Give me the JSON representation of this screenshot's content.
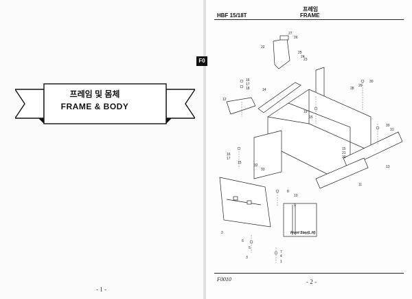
{
  "left_page": {
    "banner": {
      "title_kr": "프레임 및 몸체",
      "title_en": "FRAME & BODY"
    },
    "page_number": "- 1 -"
  },
  "right_page": {
    "header": {
      "model": "HBF 15/18T",
      "title_kr": "프레임",
      "title_en": "FRAME"
    },
    "section_tab": "F0",
    "inset_label": "Front Stay(L.H)",
    "footer_code": "F0010",
    "page_number": "- 2 -"
  },
  "callouts": [
    "1",
    "2",
    "3",
    "4",
    "5",
    "6",
    "7",
    "8",
    "9",
    "10",
    "11",
    "12",
    "13",
    "14",
    "15",
    "16",
    "17",
    "18",
    "19",
    "20",
    "21",
    "22",
    "23",
    "24",
    "25",
    "26",
    "27",
    "28",
    "29",
    "30",
    "31",
    "32",
    "33"
  ]
}
